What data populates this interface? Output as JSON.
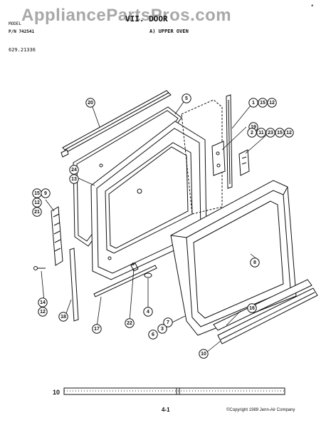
{
  "watermark": "AppliancePartsPros.com",
  "corner_mark": "•",
  "header": {
    "model_line": "MODEL",
    "pn_line": "P/N 742541",
    "section_title": "VII. DOOR",
    "section_sub": "A) UPPER OVEN",
    "catalog_number": "629.21336"
  },
  "scale_label": "10",
  "footer": {
    "page_number": "4-1",
    "copyright": "©Copyright 1989 Jenn-Air Company"
  },
  "callouts": [
    "20",
    "5",
    "1",
    "15",
    "12",
    "19",
    "2",
    "11",
    "23",
    "15",
    "12",
    "24",
    "13",
    "15",
    "9",
    "12",
    "21",
    "8",
    "14",
    "12",
    "18",
    "17",
    "22",
    "4",
    "7",
    "3",
    "6",
    "16",
    "10"
  ],
  "colors": {
    "ink": "#111111",
    "watermark": "#a8a8a8"
  }
}
